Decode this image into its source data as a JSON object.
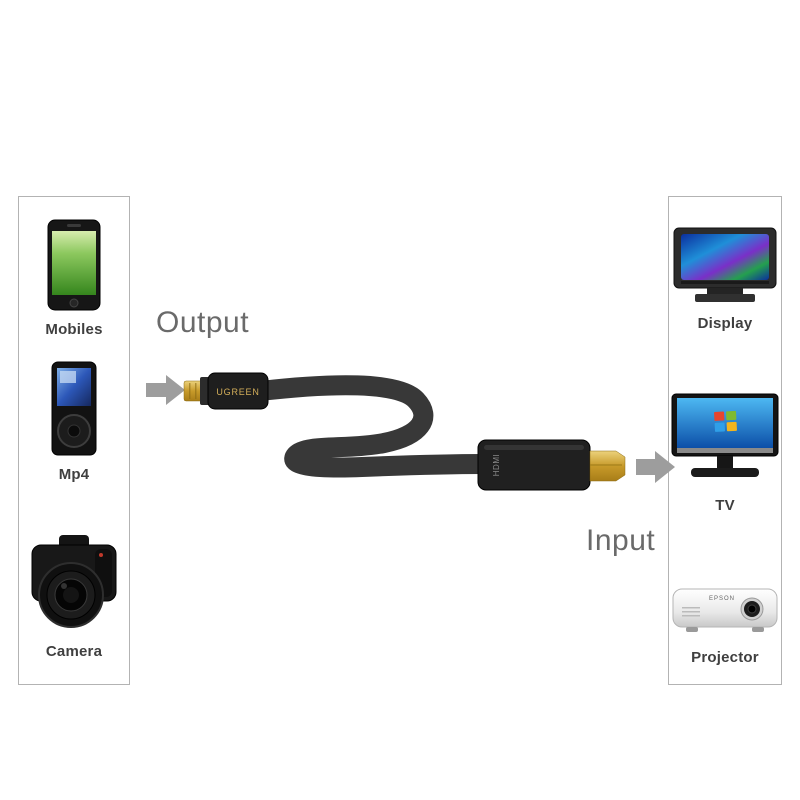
{
  "diagram": {
    "output_label": "Output",
    "input_label": "Input",
    "connector": {
      "micro_brand": "UGREEN",
      "hdmi_label": "HDMI"
    },
    "sources": {
      "items": [
        {
          "label": "Mobiles"
        },
        {
          "label": "Mp4"
        },
        {
          "label": "Camera"
        }
      ]
    },
    "targets": {
      "items": [
        {
          "label": "Display"
        },
        {
          "label": "TV"
        },
        {
          "label": "Projector"
        }
      ],
      "projector_brand": "EPSON"
    },
    "colors": {
      "cable": "#383838",
      "gold": "#d2a73e",
      "arrow": "#9d9d9d",
      "label_text": "#3f3f3f",
      "big_label_text": "#6a6a6a",
      "box_border": "#b3b3b3"
    }
  }
}
